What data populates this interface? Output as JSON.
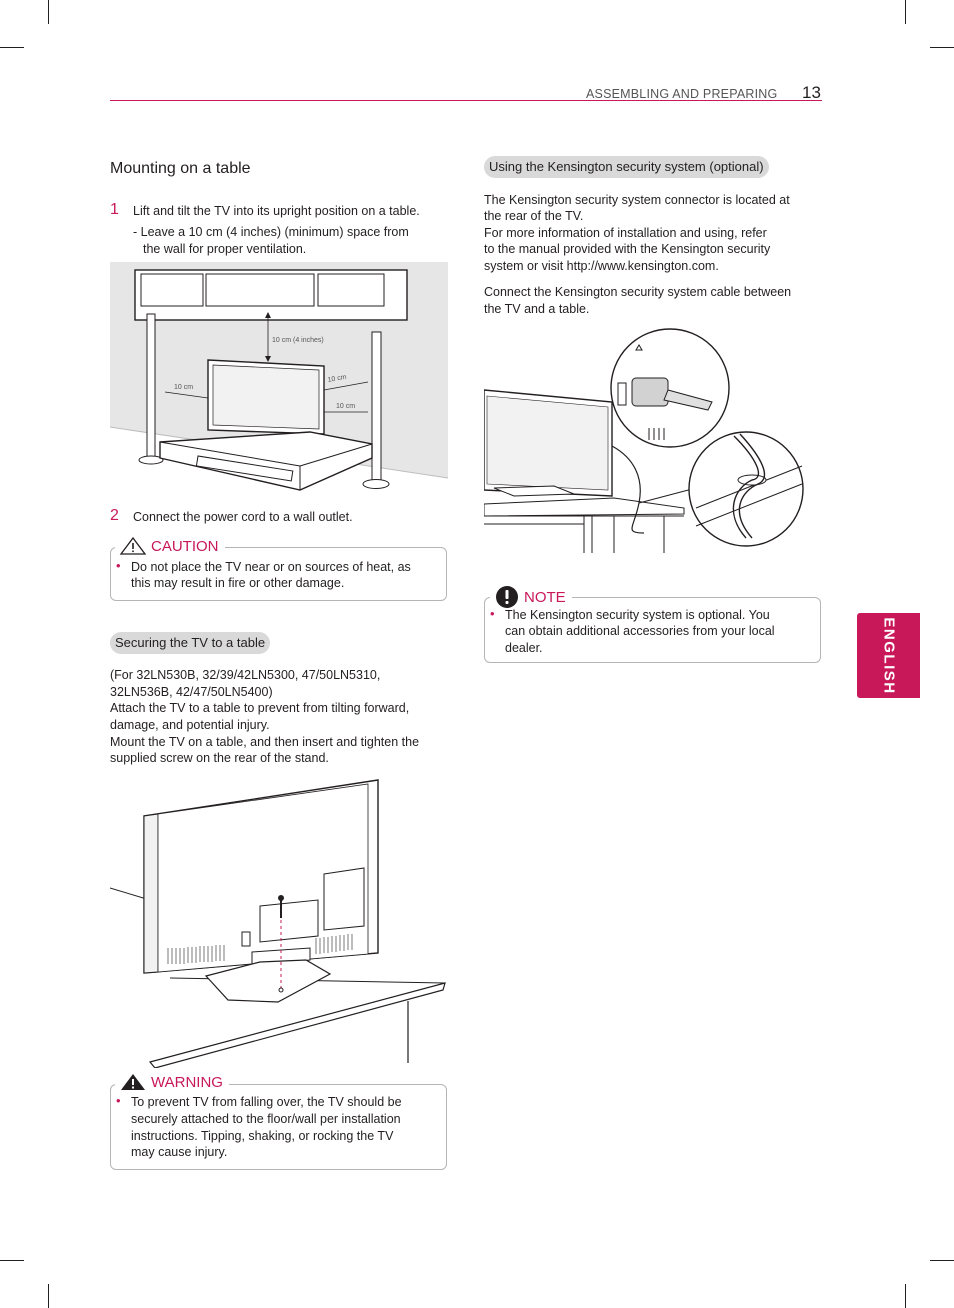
{
  "header": {
    "section": "ASSEMBLING AND PREPARING",
    "page_number": "13"
  },
  "side_tab": "ENGLISH",
  "mounting": {
    "title": "Mounting on a table",
    "step1_num": "1",
    "step1_text": "Lift and tilt the TV into its upright position on a table.",
    "step1_sub_line1": "- Leave a 10 cm (4 inches) (minimum) space from",
    "step1_sub_line2": "the wall for proper ventilation.",
    "diagram_labels": {
      "top": "10 cm (4 inches)",
      "left": "10 cm",
      "right_upper": "10 cm",
      "right_lower": "10 cm"
    },
    "step2_num": "2",
    "step2_text": "Connect the power cord to a wall outlet."
  },
  "caution": {
    "title": "CAUTION",
    "line1": "Do not place the TV near or on sources of heat, as",
    "line2": "this may result in fire or other damage."
  },
  "securing": {
    "title": "Securing the TV to a table",
    "lines": [
      "(For 32LN530B, 32/39/42LN5300, 47/50LN5310,",
      "32LN536B, 42/47/50LN5400)",
      "Attach the TV to a table to prevent from tilting forward,",
      "damage, and potential injury.",
      "Mount the TV on a table, and then insert and tighten the",
      "supplied screw on the rear of the stand."
    ]
  },
  "warning": {
    "title": "WARNING",
    "lines": [
      "To prevent TV from falling over, the TV should be",
      "securely attached to the floor/wall per installation",
      "instructions. Tipping, shaking, or rocking the TV",
      "may cause injury."
    ]
  },
  "kensington": {
    "title": "Using the Kensington security system (optional)",
    "para1": [
      "The Kensington security system connector is located at",
      "the rear of the TV.",
      "For more information of installation and using, refer",
      "to the manual provided with the Kensington security",
      "system or visit http://www.kensington.com."
    ],
    "para2": [
      "Connect the Kensington security system cable between",
      "the TV and a table."
    ]
  },
  "note": {
    "title": "NOTE",
    "lines": [
      "The Kensington security system is optional. You",
      "can obtain additional accessories from your local",
      "dealer."
    ]
  },
  "colors": {
    "accent": "#c8185a",
    "pill_bg": "#d9d9d9",
    "text": "#231f20"
  },
  "icons": [
    "caution-triangle-icon",
    "warning-triangle-icon",
    "note-exclamation-icon",
    "bullet-icon"
  ]
}
